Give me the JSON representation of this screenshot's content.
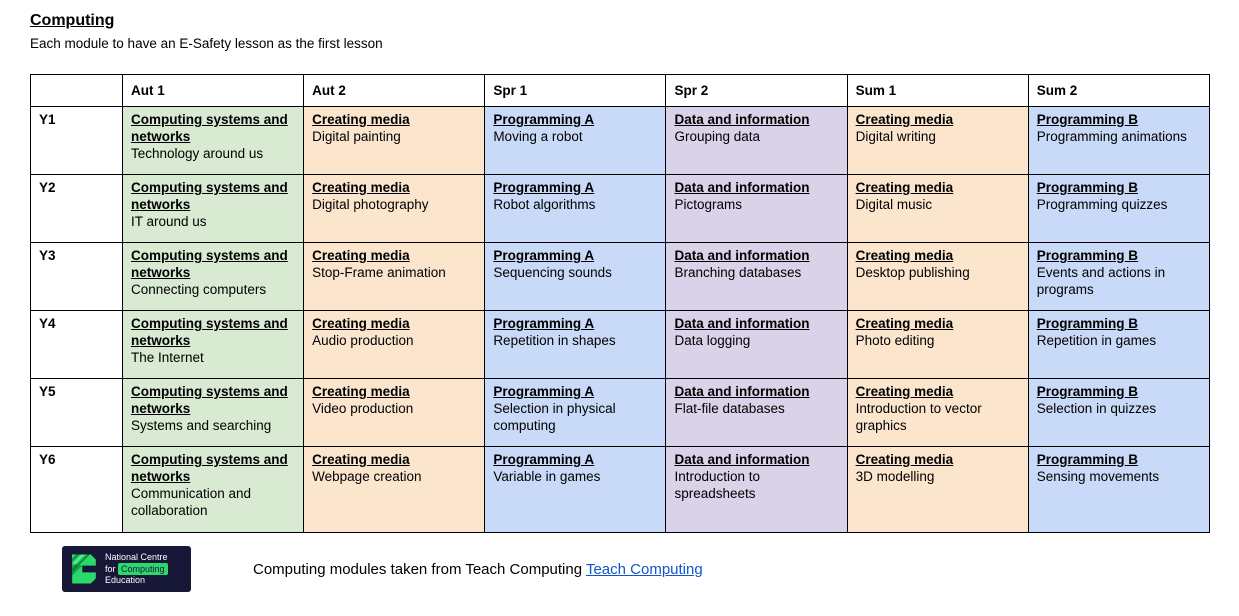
{
  "page": {
    "title": "Computing",
    "subtitle": "Each module to have an E-Safety lesson as the first lesson"
  },
  "palette": {
    "computing_systems_green": "#d9ead3",
    "creating_media_peach": "#fce5cd",
    "programming_blue": "#c9daf8",
    "data_information_purple": "#d9d2e9",
    "link_blue": "#1155cc",
    "logo_navy": "#171738",
    "logo_green": "#2bd96b"
  },
  "table": {
    "column_headers": [
      "",
      "Aut 1",
      "Aut 2",
      "Spr 1",
      "Spr 2",
      "Sum 1",
      "Sum 2"
    ],
    "rows": [
      {
        "year": "Y1",
        "cells": [
          {
            "category": "Computing systems and networks",
            "topic": "Technology around us",
            "color": "#d9ead3"
          },
          {
            "category": "Creating media",
            "topic": "Digital painting",
            "color": "#fce5cd"
          },
          {
            "category": "Programming A",
            "topic": "Moving a robot",
            "color": "#c9daf8"
          },
          {
            "category": "Data and information",
            "topic": "Grouping data",
            "color": "#d9d2e9"
          },
          {
            "category": "Creating media",
            "topic": "Digital writing",
            "color": "#fce5cd"
          },
          {
            "category": "Programming B",
            "topic": "Programming animations",
            "color": "#c9daf8"
          }
        ]
      },
      {
        "year": "Y2",
        "cells": [
          {
            "category": "Computing systems and networks",
            "topic": "IT around us",
            "color": "#d9ead3"
          },
          {
            "category": "Creating media",
            "topic": "Digital photography",
            "color": "#fce5cd"
          },
          {
            "category": "Programming A",
            "topic": "Robot algorithms",
            "color": "#c9daf8"
          },
          {
            "category": "Data and information",
            "topic": "Pictograms",
            "color": "#d9d2e9"
          },
          {
            "category": "Creating media",
            "topic": "Digital music",
            "color": "#fce5cd"
          },
          {
            "category": "Programming B",
            "topic": "Programming quizzes",
            "color": "#c9daf8"
          }
        ]
      },
      {
        "year": "Y3",
        "cells": [
          {
            "category": "Computing systems and networks",
            "topic": "Connecting computers",
            "color": "#d9ead3"
          },
          {
            "category": "Creating media",
            "topic": "Stop-Frame animation",
            "color": "#fce5cd"
          },
          {
            "category": "Programming A",
            "topic": "Sequencing sounds",
            "color": "#c9daf8"
          },
          {
            "category": "Data and information",
            "topic": "Branching databases",
            "color": "#d9d2e9"
          },
          {
            "category": "Creating media",
            "topic": "Desktop publishing",
            "color": "#fce5cd"
          },
          {
            "category": "Programming B",
            "topic": "Events and actions in programs",
            "color": "#c9daf8"
          }
        ]
      },
      {
        "year": "Y4",
        "cells": [
          {
            "category": "Computing systems and networks",
            "topic": "The Internet",
            "color": "#d9ead3"
          },
          {
            "category": "Creating media",
            "topic": "Audio production",
            "color": "#fce5cd"
          },
          {
            "category": "Programming A",
            "topic": "Repetition in shapes",
            "color": "#c9daf8"
          },
          {
            "category": "Data and information",
            "topic": "Data logging",
            "color": "#d9d2e9"
          },
          {
            "category": "Creating media",
            "topic": "Photo editing",
            "color": "#fce5cd"
          },
          {
            "category": "Programming B",
            "topic": "Repetition in games",
            "color": "#c9daf8"
          }
        ]
      },
      {
        "year": "Y5",
        "cells": [
          {
            "category": "Computing systems and networks",
            "topic": "Systems and searching",
            "color": "#d9ead3"
          },
          {
            "category": "Creating media",
            "topic": "Video production",
            "color": "#fce5cd"
          },
          {
            "category": "Programming A",
            "topic": "Selection in physical computing",
            "color": "#c9daf8"
          },
          {
            "category": "Data and information",
            "topic": "Flat-file databases",
            "color": "#d9d2e9"
          },
          {
            "category": "Creating media",
            "topic": "Introduction to vector graphics",
            "color": "#fce5cd"
          },
          {
            "category": "Programming B",
            "topic": "Selection in quizzes",
            "color": "#c9daf8"
          }
        ]
      },
      {
        "year": "Y6",
        "cells": [
          {
            "category": "Computing systems and networks",
            "topic": "Communication and collaboration",
            "color": "#d9ead3"
          },
          {
            "category": "Creating media",
            "topic": "Webpage creation",
            "color": "#fce5cd"
          },
          {
            "category": "Programming A",
            "topic": "Variable in games",
            "color": "#c9daf8"
          },
          {
            "category": "Data and information",
            "topic": "Introduction to spreadsheets",
            "color": "#d9d2e9"
          },
          {
            "category": "Creating media",
            "topic": "3D modelling",
            "color": "#fce5cd"
          },
          {
            "category": "Programming B",
            "topic": "Sensing movements",
            "color": "#c9daf8"
          }
        ]
      }
    ]
  },
  "footer": {
    "text": "Computing modules taken from Teach Computing",
    "link_label": "Teach Computing",
    "logo": {
      "line1": "National Centre",
      "line2_prefix": "for ",
      "line2_highlight": "Computing",
      "line3": "Education"
    }
  }
}
